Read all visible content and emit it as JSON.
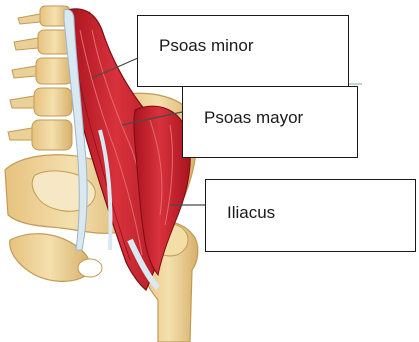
{
  "labels": {
    "psoas_minor": "Psoas minor",
    "psoas_mayor": "Psoas mayor",
    "iliacus": "Iliacus"
  },
  "colors": {
    "bone": "#f0d9a2",
    "bone_shadow": "#cfa963",
    "muscle": "#c91f2a",
    "muscle_dark": "#8e0f18",
    "muscle_light": "#e35b62",
    "tendon": "#cfe3ef",
    "leader_line": "#4a4a4a"
  }
}
